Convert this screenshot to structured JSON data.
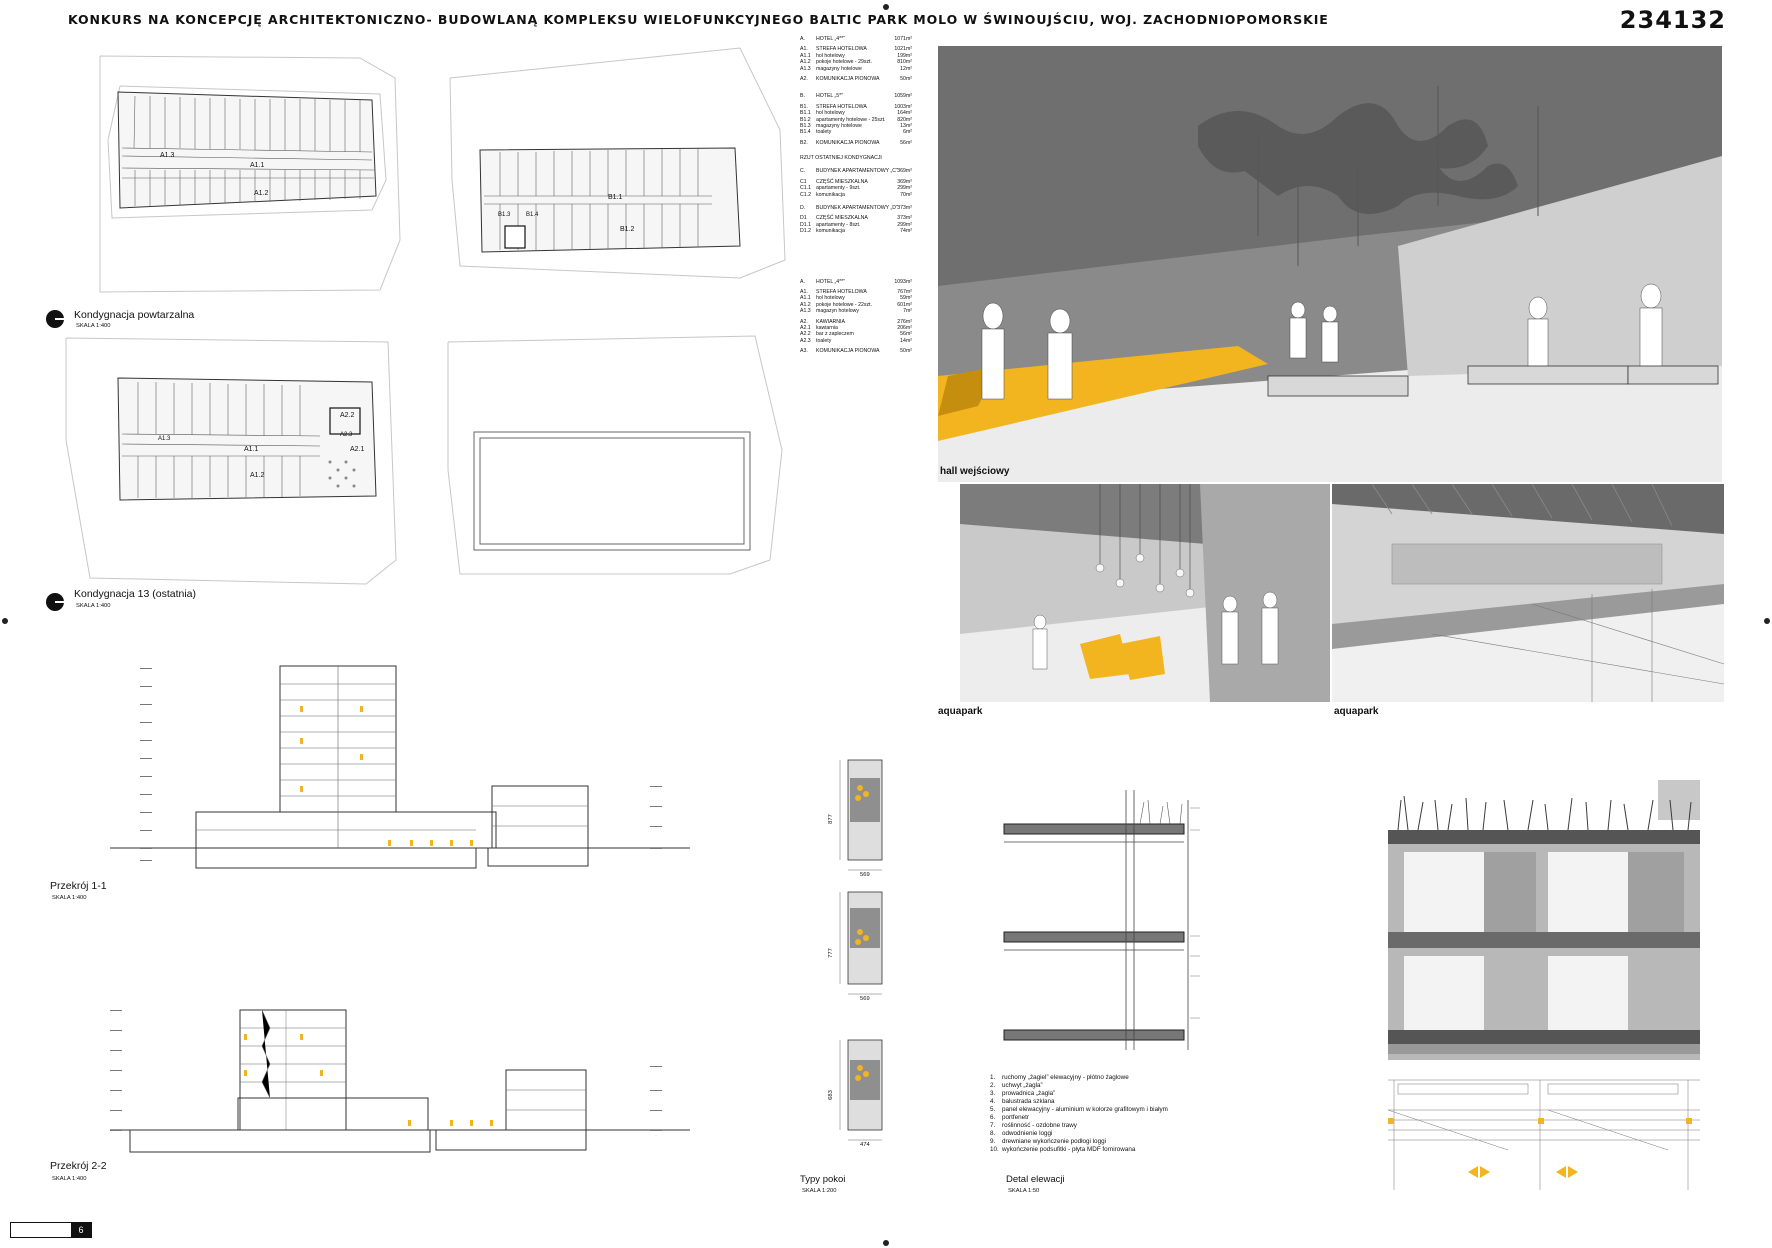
{
  "header": {
    "title": "KONKURS NA KONCEPCJĘ ARCHITEKTONICZNO- BUDOWLANĄ KOMPLEKSU WIELOFUNKCYJNEGO BALTIC PARK MOLO W ŚWINOUJŚCIU, WOJ. ZACHODNIOPOMORSKIE",
    "code": "234132"
  },
  "plans": {
    "typical": {
      "label": "Kondygnacja powtarzalna",
      "scale": "SKALA 1:400"
    },
    "top": {
      "label": "Kondygnacja 13 (ostatnia)",
      "scale": "SKALA 1:400"
    },
    "room_labels": {
      "a11": "A1.1",
      "a12": "A1.2",
      "a13": "A1.3",
      "b11": "B1.1",
      "b12": "B1.2",
      "b13": "B1.3",
      "b14": "B1.4",
      "a21": "A2.1",
      "a22": "A2.2",
      "a23": "A2.3"
    }
  },
  "schedule": {
    "typical": [
      {
        "code": "A.",
        "name": "HOTEL „4**”",
        "area": "1071m²"
      },
      {
        "code": "A1.",
        "name": "STREFA HOTELOWA",
        "area": "1021m²"
      },
      {
        "code": "A1.1",
        "name": "hol hotelowy",
        "area": "199m²"
      },
      {
        "code": "A1.2",
        "name": "pokoje hotelowe - 29szt.",
        "area": "810m²"
      },
      {
        "code": "A1.3",
        "name": "magazyny hotelowe",
        "area": "12m²"
      },
      {
        "code": "A2.",
        "name": "KOMUNIKACJA PIONOWA",
        "area": "50m²"
      },
      {
        "code": "B.",
        "name": "HOTEL „5*”",
        "area": "1059m²"
      },
      {
        "code": "B1.",
        "name": "STREFA HOTELOWA",
        "area": "1003m²"
      },
      {
        "code": "B1.1",
        "name": "hol hotelowy",
        "area": "164m²"
      },
      {
        "code": "B1.2",
        "name": "apartamenty hotelowe - 25szt.",
        "area": "820m²"
      },
      {
        "code": "B1.3",
        "name": "magazyny hotelowe",
        "area": "13m²"
      },
      {
        "code": "B1.4",
        "name": "toalety",
        "area": "6m²"
      },
      {
        "code": "B2.",
        "name": "KOMUNIKACJA PIONOWA",
        "area": "56m²"
      }
    ],
    "note": "RZUT OSTATNIEJ KONDYGNACJI",
    "apartments": [
      {
        "code": "C.",
        "name": "BUDYNEK APARTAMENTOWY „C”",
        "area": "369m²"
      },
      {
        "code": "C1",
        "name": "CZĘŚĆ MIESZKALNA",
        "area": "369m²"
      },
      {
        "code": "C1.1",
        "name": "apartamenty - 9szt.",
        "area": "299m²"
      },
      {
        "code": "C1.2",
        "name": "komunikacja",
        "area": "70m²"
      },
      {
        "code": "D.",
        "name": "BUDYNEK APARTAMENTOWY „D”",
        "area": "373m²"
      },
      {
        "code": "D1",
        "name": "CZĘŚĆ MIESZKALNA",
        "area": "373m²"
      },
      {
        "code": "D1.1",
        "name": "apartamenty - 8szt.",
        "area": "299m²"
      },
      {
        "code": "D1.2",
        "name": "komunikacja",
        "area": "74m²"
      }
    ],
    "top": [
      {
        "code": "A.",
        "name": "HOTEL „4**”",
        "area": "1093m²"
      },
      {
        "code": "A1.",
        "name": "STREFA HOTELOWA",
        "area": "767m²"
      },
      {
        "code": "A1.1",
        "name": "hol hotelowy",
        "area": "59m²"
      },
      {
        "code": "A1.2",
        "name": "pokoje hotelowe - 22szt.",
        "area": "601m²"
      },
      {
        "code": "A1.3",
        "name": "magazyn hotelowy",
        "area": "7m²"
      },
      {
        "code": "A2.",
        "name": "KAWIARNIA",
        "area": "276m²"
      },
      {
        "code": "A2.1",
        "name": "kawiarnia",
        "area": "206m²"
      },
      {
        "code": "A2.2",
        "name": "bar z zapleczem",
        "area": "56m²"
      },
      {
        "code": "A2.3",
        "name": "toalety",
        "area": "14m²"
      },
      {
        "code": "A3.",
        "name": "KOMUNIKACJA PIONOWA",
        "area": "50m²"
      }
    ]
  },
  "renders": {
    "hall": "hall wejściowy",
    "aquapark1": "aquapark",
    "aquapark2": "aquapark"
  },
  "sections": {
    "s1": {
      "label": "Przekrój 1-1",
      "scale": "SKALA 1:400"
    },
    "s2": {
      "label": "Przekrój 2-2",
      "scale": "SKALA 1:400"
    }
  },
  "rooms": {
    "label": "Typy pokoi",
    "scale": "SKALA 1:200",
    "dims": [
      "877",
      "569",
      "777",
      "569",
      "683",
      "474"
    ]
  },
  "facade": {
    "label": "Detal elewacji",
    "scale": "SKALA 1:50",
    "legend": [
      {
        "num": "1.",
        "text": "ruchomy „żagiel” elewacyjny - płótno żaglowe"
      },
      {
        "num": "2.",
        "text": "uchwyt „żagla”"
      },
      {
        "num": "3.",
        "text": "prowadnica „żagla”"
      },
      {
        "num": "4.",
        "text": "balustrada szklana"
      },
      {
        "num": "5.",
        "text": "panel elewacyjny - aluminium w kolorze grafitowym i białym"
      },
      {
        "num": "6.",
        "text": "portfenetr"
      },
      {
        "num": "7.",
        "text": "roślinność - ozdobne trawy"
      },
      {
        "num": "8.",
        "text": "odwodnienie loggi"
      },
      {
        "num": "9.",
        "text": "drewniane wykończenie podłogi loggi"
      },
      {
        "num": "10.",
        "text": "wykończenie podsufitki - płyta MDF fornirowana"
      }
    ]
  },
  "footer": {
    "page": "6"
  },
  "colors": {
    "accent": "#f2b51f",
    "ink": "#111111",
    "render_grey": "#9a9a9a"
  }
}
